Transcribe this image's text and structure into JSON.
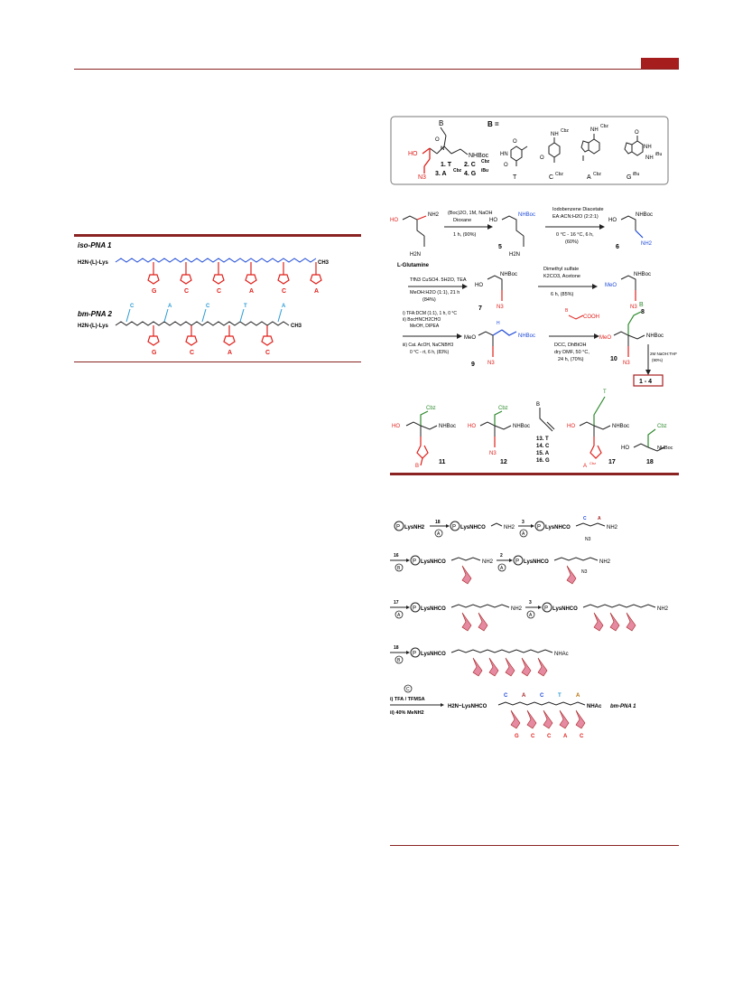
{
  "colors": {
    "accent": "#a51d1d",
    "azide": "#e0201b",
    "amine": "#1f4bd8",
    "carbonyl": "#2a9ad3",
    "green": "#2d8a2d",
    "pink": "#e58aa1"
  },
  "box": {
    "b_label": "B",
    "b_equals": "B =",
    "ho": "HO",
    "nhboc": "NHBoc",
    "n3": "N3",
    "compounds": [
      "1. T",
      "2. C",
      "3. A",
      "4. G"
    ],
    "superscripts": [
      "Cbz",
      "Cbz",
      "iBu"
    ],
    "bases": [
      {
        "name": "T",
        "n": "N",
        "o": "O",
        "h": "HN"
      },
      {
        "name": "C",
        "sup": "Cbz",
        "nh": "NH"
      },
      {
        "name": "A",
        "sup": "Cbz",
        "nh": "NH"
      },
      {
        "name": "G",
        "sup": "iBu",
        "nh": "NH"
      }
    ]
  },
  "iso_pna": {
    "title": "iso-PNA 1",
    "start": "H2N-(L)-Lys",
    "end": "CH3",
    "bases": [
      "G",
      "C",
      "C",
      "A",
      "C",
      "A"
    ]
  },
  "bm_pna": {
    "title": "bm-PNA 2",
    "start": "H2N-(L)-Lys",
    "end": "CH3",
    "top_bases": [
      "C",
      "A",
      "C",
      "T",
      "A"
    ],
    "bottom_bases": [
      "G",
      "C",
      "A",
      "C"
    ]
  },
  "synthesis": {
    "start_label": "L-Glutamine",
    "step1": [
      "(Boc)2O, 1M, NaOH",
      "Dioxane",
      "1 h, (90%)"
    ],
    "step2": [
      "Iodobenzene Diacetate",
      "EA:ACN:H2O (2:2:1)",
      "0 °C - 16 °C, 6 h,",
      "(60%)"
    ],
    "step3": [
      "TfN3 CuSO4. 5H2O, TEA",
      "MeOH:H2O (1:1), 21 h",
      "(84%)"
    ],
    "step4": [
      "Dimethyl sulfate",
      "K2CO3, Acetone",
      "6 h, (85%)"
    ],
    "step5": [
      "i) TFA:DCM (1:1), 1 h, 0 °C",
      "ii) BocHNCH2CHO",
      "MeOH, DIPEA",
      "iii) Cat. AcOH, NaCNBH3",
      "0 °C - rt, 6 h, (83%)"
    ],
    "step6": [
      "DCC, DhBtOH",
      "dry DMF, 50 °C,",
      "24 h, (70%)"
    ],
    "step7": [
      "2M NaOH:THF",
      "(90%)"
    ],
    "numbers": [
      "5",
      "6",
      "7",
      "8",
      "9",
      "10",
      "11",
      "12",
      "13",
      "14",
      "15",
      "16",
      "17",
      "18"
    ],
    "cooh": "COOH",
    "range_label": "1 - 4",
    "alkyne_list": [
      "13. T",
      "14. C",
      "15. A",
      "16. G"
    ],
    "labels": {
      "nhboc": "NHBoc",
      "nh2": "NH2",
      "ho": "HO",
      "meo": "MeO",
      "n3": "N3",
      "cbz": "Cbz",
      "h2n": "H2N",
      "o": "O",
      "h": "H",
      "n": "N",
      "b": "B",
      "t": "T",
      "a_cbz": "A"
    }
  },
  "solid_phase": {
    "rows": [
      {
        "steps": [
          "18",
          "3"
        ],
        "phases": [
          "A",
          "A"
        ]
      },
      {
        "steps": [
          "16",
          "2"
        ],
        "phases": [
          "B",
          "A"
        ]
      },
      {
        "steps": [
          "17",
          "3"
        ],
        "phases": [
          "A",
          "A"
        ]
      },
      {
        "steps": [
          "18"
        ],
        "phases": [
          "B"
        ]
      }
    ],
    "resin": "P",
    "lys": "LysNH2",
    "lysco": "LysNHCO",
    "nh2": "NH2",
    "nhac": "NHAc",
    "n3": "N3",
    "cleave_phase": "C",
    "cleave": [
      "i) TFA / TFMSA",
      "ii) 40% MeNH2"
    ],
    "final_start": "H2N~LysNHCO",
    "final_end": "NHAc",
    "final_label": "bm-PNA 1",
    "final_top": [
      "C",
      "A",
      "C",
      "T",
      "A"
    ],
    "final_bottom": [
      "G",
      "C",
      "C",
      "A",
      "C"
    ]
  }
}
